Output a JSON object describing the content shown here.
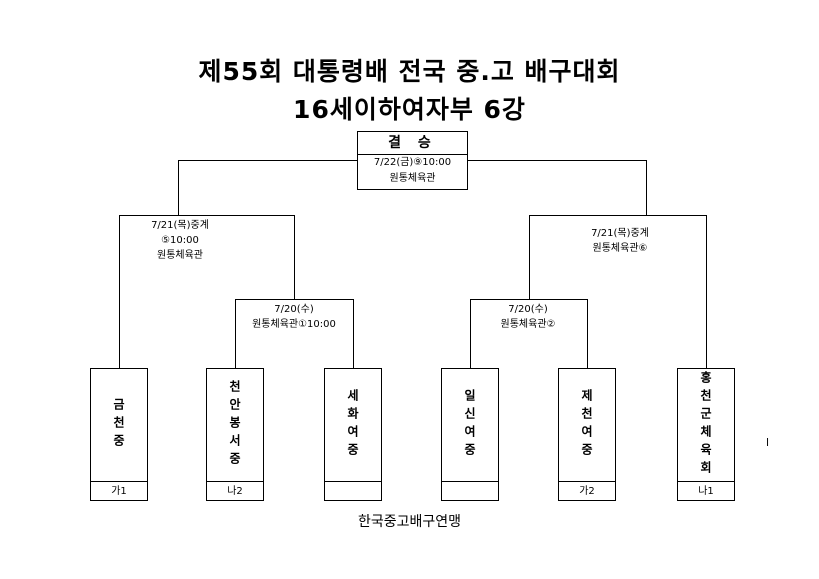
{
  "title": {
    "line1": "제55회 대통령배 전국 중.고 배구대회",
    "line2": "16세이하여자부 6강"
  },
  "final": {
    "header": "결 승",
    "date": "7/22(금)⑨10:00",
    "venue": "원통체육관"
  },
  "left_semi": {
    "line1": "7/21(목)중계",
    "line2": "⑤10:00",
    "line3": "원통체육관"
  },
  "right_semi": {
    "line1": "7/21(목)중계",
    "line2": "원통체육관⑥"
  },
  "left_qf": {
    "line1": "7/20(수)",
    "line2": "원통체육관①10:00"
  },
  "right_qf": {
    "line1": "7/20(수)",
    "line2": "원통체육관②"
  },
  "teams": [
    {
      "name": "금천중",
      "seed": "가1"
    },
    {
      "name": "천안봉서중",
      "seed": "나2"
    },
    {
      "name": "세화여중",
      "seed": ""
    },
    {
      "name": "일신여중",
      "seed": ""
    },
    {
      "name": "제천여중",
      "seed": "가2"
    },
    {
      "name": "홍천군체육회",
      "seed": "나1"
    }
  ],
  "footer": "한국중고배구연맹",
  "side_mark": "l"
}
